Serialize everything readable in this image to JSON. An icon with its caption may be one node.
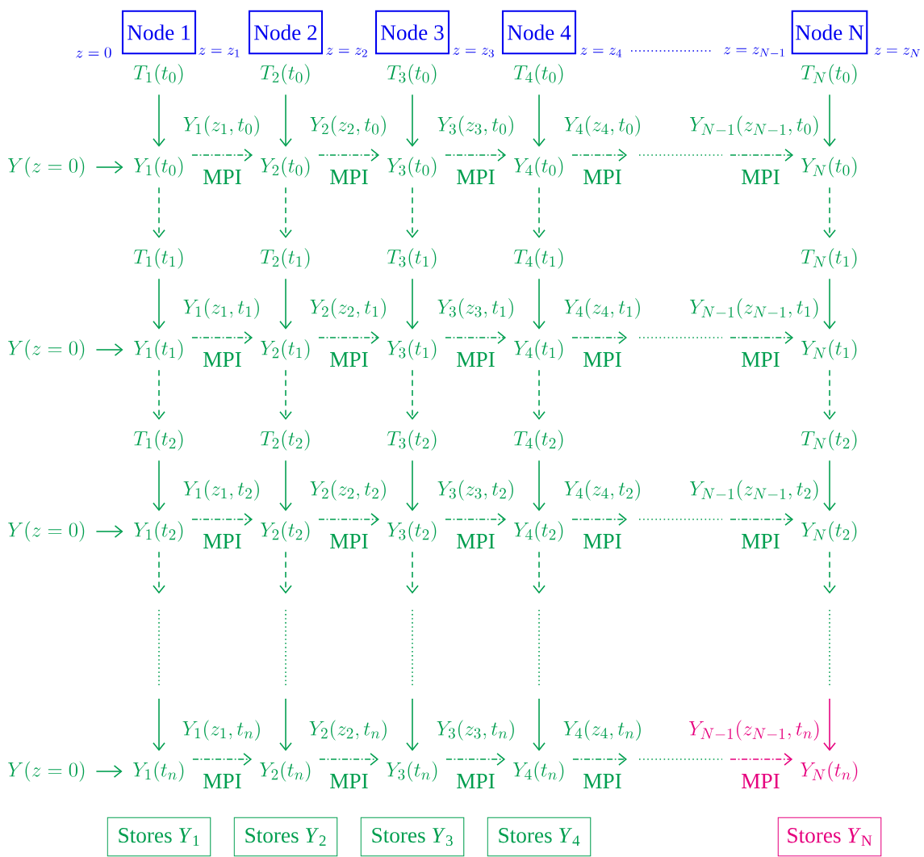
{
  "diagram": {
    "nodes": [
      {
        "text": [
          "Node 1"
        ]
      },
      {
        "text": [
          "Node 2"
        ]
      },
      {
        "text": [
          "Node 3"
        ]
      },
      {
        "text": [
          "Node 4"
        ]
      },
      {
        "text": [
          "Node N"
        ]
      },
      {
        "text": [
          "T_1(t_0)"
        ]
      },
      {
        "text": [
          "T_2(t_0)"
        ]
      },
      {
        "text": [
          "T_3(t_0)"
        ]
      },
      {
        "text": [
          "T_4(t_0)"
        ]
      },
      {
        "text": [
          "T_N(t_0)"
        ]
      },
      {
        "text": [
          "Y(z=0)"
        ]
      },
      {
        "text": [
          "Y_1(t_0)"
        ]
      },
      {
        "text": [
          "Y_2(t_0)"
        ]
      },
      {
        "text": [
          "Y_3(t_0)"
        ]
      },
      {
        "text": [
          "Y_4(t_0)"
        ]
      },
      {
        "text": [
          "Y_N(t_0)"
        ]
      },
      {
        "text": [
          "T_1(t_1)"
        ]
      },
      {
        "text": [
          "T_2(t_1)"
        ]
      },
      {
        "text": [
          "T_3(t_1)"
        ]
      },
      {
        "text": [
          "T_4(t_1)"
        ]
      },
      {
        "text": [
          "T_N(t_1)"
        ]
      },
      {
        "text": [
          "Y(z=0)"
        ]
      },
      {
        "text": [
          "Y_1(t_1)"
        ]
      },
      {
        "text": [
          "Y_2(t_1)"
        ]
      },
      {
        "text": [
          "Y_3(t_1)"
        ]
      },
      {
        "text": [
          "Y_4(t_1)"
        ]
      },
      {
        "text": [
          "Y_N(t_1)"
        ]
      },
      {
        "text": [
          "T_1(t_2)"
        ]
      },
      {
        "text": [
          "T_2(t_2)"
        ]
      },
      {
        "text": [
          "T_3(t_2)"
        ]
      },
      {
        "text": [
          "T_4(t_2)"
        ]
      },
      {
        "text": [
          "T_N(t_2)"
        ]
      },
      {
        "text": [
          "Y(z=0)"
        ]
      },
      {
        "text": [
          "Y_1(t_2)"
        ]
      },
      {
        "text": [
          "Y_2(t_2)"
        ]
      },
      {
        "text": [
          "Y_3(t_2)"
        ]
      },
      {
        "text": [
          "Y_4(t_2)"
        ]
      },
      {
        "text": [
          "Y_N(t_2)"
        ]
      },
      {
        "text": [
          "Y(z=0)"
        ]
      },
      {
        "text": [
          "Y_1(t_n)"
        ]
      },
      {
        "text": [
          "Y_2(t_n)"
        ]
      },
      {
        "text": [
          "Y_3(t_n)"
        ]
      },
      {
        "text": [
          "Y_4(t_n)"
        ]
      },
      {
        "text": [
          "Y_N(t_n)"
        ]
      },
      {
        "text": [
          "Stores *Y*$_{1}$"
        ]
      },
      {
        "text": [
          "Stores *Y*$_{2}$"
        ]
      },
      {
        "text": [
          "Stores *Y*$_{3}$"
        ]
      },
      {
        "text": [
          "Stores *Y*$_{4}$"
        ]
      },
      {
        "text": [
          "Stores *Y*$_{N}$"
        ]
      }
    ],
    "edges": [
      {
        "from": 5,
        "to": 11,
        "arrow": "to"
      },
      {
        "from": 6,
        "to": 12,
        "arrow": "to"
      },
      {
        "from": 7,
        "to": 13,
        "arrow": "to"
      },
      {
        "from": 8,
        "to": 14,
        "arrow": "to"
      },
      {
        "from": 9,
        "to": 15,
        "arrow": "to"
      },
      {
        "from": 10,
        "to": 11,
        "arrow": "to"
      },
      {
        "from": 11,
        "to": 12,
        "arrow": "to",
        "label": "MPI",
        "style": "dashed"
      },
      {
        "from": 12,
        "to": 13,
        "arrow": "to",
        "label": "MPI",
        "style": "dashed"
      },
      {
        "from": 13,
        "to": 14,
        "arrow": "to",
        "label": "MPI",
        "style": "dashed"
      },
      {
        "from": 14,
        "to": null,
        "arrow": "to",
        "label": "MPI",
        "style": "dashed"
      },
      {
        "from": null,
        "to": 15,
        "arrow": "to",
        "label": "MPI",
        "style": "dashed"
      },
      {
        "from": 11,
        "to": 16,
        "arrow": "to",
        "style": "dashed"
      },
      {
        "from": 12,
        "to": 17,
        "arrow": "to",
        "style": "dashed"
      },
      {
        "from": 13,
        "to": 18,
        "arrow": "to",
        "style": "dashed"
      },
      {
        "from": 14,
        "to": 19,
        "arrow": "to",
        "style": "dashed"
      },
      {
        "from": 15,
        "to": 20,
        "arrow": "to",
        "style": "dashed"
      },
      {
        "from": 16,
        "to": 22,
        "arrow": "to"
      },
      {
        "from": 17,
        "to": 23,
        "arrow": "to"
      },
      {
        "from": 18,
        "to": 24,
        "arrow": "to"
      },
      {
        "from": 19,
        "to": 25,
        "arrow": "to"
      },
      {
        "from": 20,
        "to": 26,
        "arrow": "to"
      },
      {
        "from": 21,
        "to": 22,
        "arrow": "to"
      },
      {
        "from": 22,
        "to": 23,
        "arrow": "to",
        "label": "MPI",
        "style": "dashed"
      },
      {
        "from": 23,
        "to": 24,
        "arrow": "to",
        "label": "MPI",
        "style": "dashed"
      },
      {
        "from": 24,
        "to": 25,
        "arrow": "to",
        "label": "MPI",
        "style": "dashed"
      },
      {
        "from": 25,
        "to": null,
        "arrow": "to",
        "label": "MPI",
        "style": "dashed"
      },
      {
        "from": null,
        "to": 26,
        "arrow": "to",
        "label": "MPI",
        "style": "dashed"
      },
      {
        "from": 22,
        "to": 27,
        "arrow": "to",
        "style": "dashed"
      },
      {
        "from": 23,
        "to": 28,
        "arrow": "to",
        "style": "dashed"
      },
      {
        "from": 24,
        "to": 29,
        "arrow": "to",
        "style": "dashed"
      },
      {
        "from": 25,
        "to": 30,
        "arrow": "to",
        "style": "dashed"
      },
      {
        "from": 26,
        "to": 31,
        "arrow": "to",
        "style": "dashed"
      },
      {
        "from": 27,
        "to": 33,
        "arrow": "to"
      },
      {
        "from": 28,
        "to": 34,
        "arrow": "to"
      },
      {
        "from": 29,
        "to": 35,
        "arrow": "to"
      },
      {
        "from": 30,
        "to": 36,
        "arrow": "to"
      },
      {
        "from": 31,
        "to": 37,
        "arrow": "to"
      },
      {
        "from": 32,
        "to": 33,
        "arrow": "to"
      },
      {
        "from": 33,
        "to": 34,
        "arrow": "to",
        "label": "MPI",
        "style": "dashed"
      },
      {
        "from": 34,
        "to": 35,
        "arrow": "to",
        "label": "MPI",
        "style": "dashed"
      },
      {
        "from": 35,
        "to": 36,
        "arrow": "to",
        "label": "MPI",
        "style": "dashed"
      },
      {
        "from": 36,
        "to": null,
        "arrow": "to",
        "label": "MPI",
        "style": "dashed"
      },
      {
        "from": null,
        "to": 37,
        "arrow": "to",
        "label": "MPI",
        "style": "dashed"
      },
      {
        "from": 33,
        "to": null,
        "arrow": "to",
        "style": "dashed"
      },
      {
        "from": 34,
        "to": null,
        "arrow": "to",
        "style": "dashed"
      },
      {
        "from": 35,
        "to": null,
        "arrow": "to",
        "style": "dashed"
      },
      {
        "from": 36,
        "to": null,
        "arrow": "to",
        "style": "dashed"
      },
      {
        "from": 37,
        "to": null,
        "arrow": "to",
        "style": "dashed"
      },
      {
        "from": null,
        "to": 39,
        "arrow": "to"
      },
      {
        "from": null,
        "to": 40,
        "arrow": "to"
      },
      {
        "from": null,
        "to": 41,
        "arrow": "to"
      },
      {
        "from": null,
        "to": 42,
        "arrow": "to"
      },
      {
        "from": null,
        "to": 43,
        "arrow": "to",
        "color": "#e6007e"
      },
      {
        "from": 38,
        "to": 39,
        "arrow": "to"
      },
      {
        "from": 39,
        "to": 40,
        "arrow": "to",
        "label": "MPI",
        "style": "dashed"
      },
      {
        "from": 40,
        "to": 41,
        "arrow": "to",
        "label": "MPI",
        "style": "dashed"
      },
      {
        "from": 41,
        "to": 42,
        "arrow": "to",
        "label": "MPI",
        "style": "dashed"
      },
      {
        "from": 42,
        "to": null,
        "arrow": "to",
        "label": "MPI",
        "style": "dashed"
      },
      {
        "from": null,
        "to": 43,
        "arrow": "to",
        "label": "MPI",
        "style": "dashed",
        "color": "#e6007e"
      }
    ],
    "labels": [
      "z=0",
      "z=z_1",
      "z=z_2",
      "z=z_3",
      "z=z_4",
      "z=z_{N-1}",
      "z=z_N",
      "Y_1(z_1,t_0)",
      "Y_2(z_2,t_0)",
      "Y_3(z_3,t_0)",
      "Y_4(z_4,t_0)",
      "Y_{N-1}(z_{N-1},t_0)",
      "Y_1(z_1,t_1)",
      "Y_2(z_2,t_1)",
      "Y_3(z_3,t_1)",
      "Y_4(z_4,t_1)",
      "Y_{N-1}(z_{N-1},t_1)",
      "Y_1(z_1,t_2)",
      "Y_2(z_2,t_2)",
      "Y_3(z_3,t_2)",
      "Y_4(z_4,t_2)",
      "Y_{N-1}(z_{N-1},t_2)",
      "Y_1(z_1,t_n)",
      "Y_2(z_2,t_n)",
      "Y_3(z_3,t_n)",
      "Y_4(z_4,t_n)",
      "Y_{N-1}(z_{N-1},t_n)"
    ]
  }
}
